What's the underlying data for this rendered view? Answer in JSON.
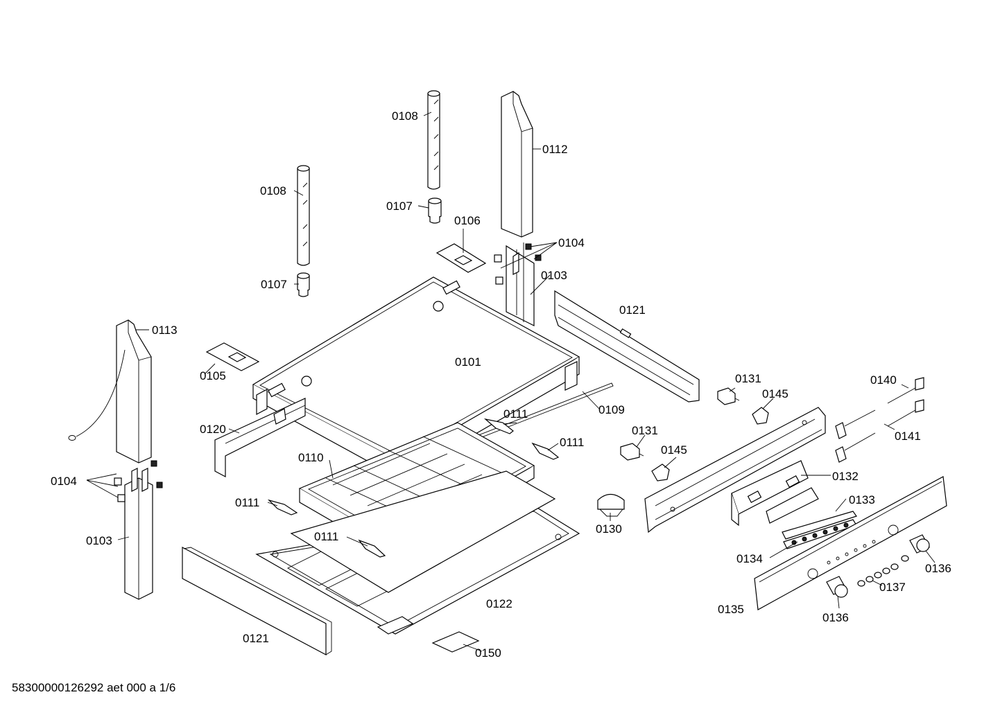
{
  "labels": {
    "p0101": "0101",
    "p0103a": "0103",
    "p0103b": "0103",
    "p0104a": "0104",
    "p0104b": "0104",
    "p0105": "0105",
    "p0106": "0106",
    "p0107a": "0107",
    "p0107b": "0107",
    "p0108a": "0108",
    "p0108b": "0108",
    "p0109": "0109",
    "p0110": "0110",
    "p0111a": "0111",
    "p0111b": "0111",
    "p0111c": "0111",
    "p0111d": "0111",
    "p0112": "0112",
    "p0113": "0113",
    "p0120": "0120",
    "p0121a": "0121",
    "p0121b": "0121",
    "p0122": "0122",
    "p0130": "0130",
    "p0131a": "0131",
    "p0131b": "0131",
    "p0132": "0132",
    "p0133": "0133",
    "p0134": "0134",
    "p0135": "0135",
    "p0136a": "0136",
    "p0136b": "0136",
    "p0137": "0137",
    "p0140": "0140",
    "p0141": "0141",
    "p0145a": "0145",
    "p0145b": "0145",
    "p0150": "0150"
  },
  "footer": "58300000126292 aet 000 a 1/6"
}
